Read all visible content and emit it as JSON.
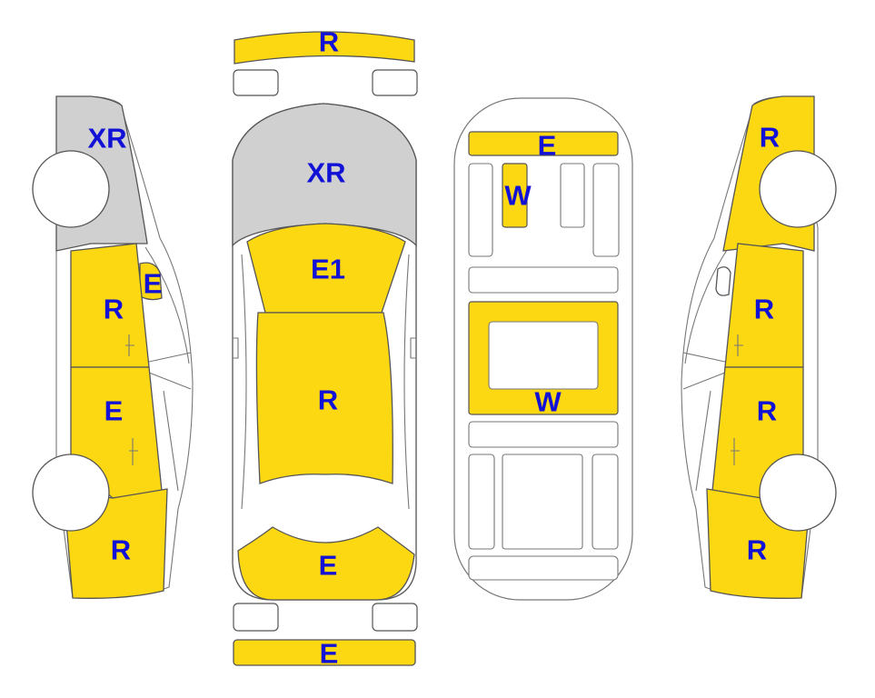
{
  "colors": {
    "yellow": "#FCD812",
    "gray": "#D0D0D0",
    "white": "#FFFFFF",
    "outline": "#555555",
    "label": "#1212D6"
  },
  "labels": {
    "left_top": "XR",
    "left_pillar": "E",
    "left_front_door": "R",
    "left_rear_door": "E",
    "left_rear": "R",
    "front_bumper": "R",
    "hood": "XR",
    "windshield": "E1",
    "roof": "R",
    "rear_window": "E",
    "rear_bumper": "E",
    "int_dashboard": "E",
    "int_seat": "W",
    "int_floor": "W",
    "right_top": "R",
    "right_front_door": "R",
    "right_rear_door": "R",
    "right_rear": "R"
  }
}
